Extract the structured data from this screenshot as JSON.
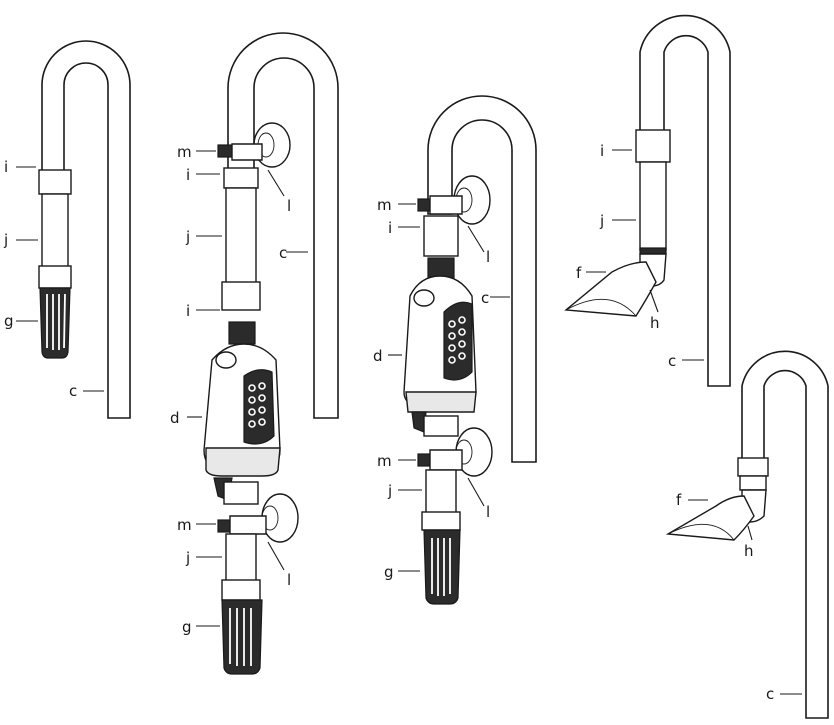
{
  "labels": {
    "c": "c",
    "d": "d",
    "f": "f",
    "g": "g",
    "h": "h",
    "i": "i",
    "j": "j",
    "l": "l",
    "m": "m"
  },
  "colors": {
    "line": "#1a1a1a",
    "fill": "#ffffff",
    "shade": "#e8e8e8",
    "dark": "#2b2b2b"
  }
}
